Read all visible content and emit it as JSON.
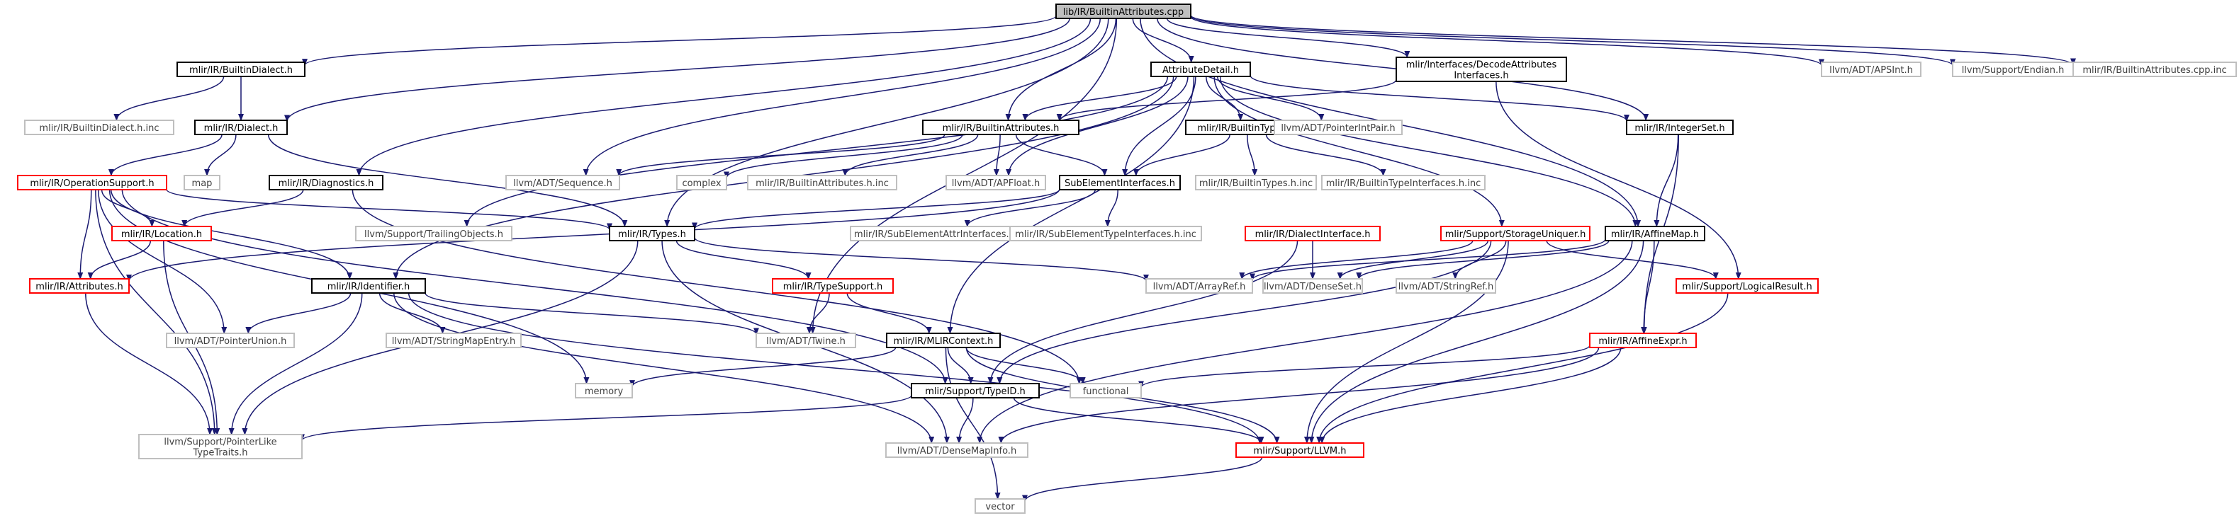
{
  "colors": {
    "root_fill": "#bfbfbf",
    "border_black": "#000000",
    "border_red": "#ff0000",
    "border_gray": "#bfbfbf",
    "text_black": "#000000",
    "text_gray": "#404040",
    "edge": "#191970"
  },
  "nodes": [
    {
      "id": "root",
      "label": "lib/IR/BuiltinAttributes.cpp",
      "style": "root"
    },
    {
      "id": "builtindialect",
      "label": "mlir/IR/BuiltinDialect.h",
      "style": "black"
    },
    {
      "id": "attributedetail",
      "label": "AttributeDetail.h",
      "style": "black"
    },
    {
      "id": "decodeattr",
      "label": "mlir/Interfaces/DecodeAttributes\nInterfaces.h",
      "style": "black"
    },
    {
      "id": "apsint",
      "label": "llvm/ADT/APSInt.h",
      "style": "gray"
    },
    {
      "id": "endian",
      "label": "llvm/Support/Endian.h",
      "style": "gray"
    },
    {
      "id": "builtinattrinc_cpp",
      "label": "mlir/IR/BuiltinAttributes.cpp.inc",
      "style": "gray"
    },
    {
      "id": "builtindialect_inc",
      "label": "mlir/IR/BuiltinDialect.h.inc",
      "style": "gray"
    },
    {
      "id": "dialect",
      "label": "mlir/IR/Dialect.h",
      "style": "black"
    },
    {
      "id": "builtinattributes",
      "label": "mlir/IR/BuiltinAttributes.h",
      "style": "black"
    },
    {
      "id": "builtintypes",
      "label": "mlir/IR/BuiltinTypes.h",
      "style": "black"
    },
    {
      "id": "pointerintpair",
      "label": "llvm/ADT/PointerIntPair.h",
      "style": "gray"
    },
    {
      "id": "integerset",
      "label": "mlir/IR/IntegerSet.h",
      "style": "black"
    },
    {
      "id": "operationsupport",
      "label": "mlir/IR/OperationSupport.h",
      "style": "red"
    },
    {
      "id": "map",
      "label": "map",
      "style": "gray"
    },
    {
      "id": "diagnostics",
      "label": "mlir/IR/Diagnostics.h",
      "style": "black"
    },
    {
      "id": "sequence",
      "label": "llvm/ADT/Sequence.h",
      "style": "gray"
    },
    {
      "id": "complex",
      "label": "complex",
      "style": "gray"
    },
    {
      "id": "builtinattributes_inc",
      "label": "mlir/IR/BuiltinAttributes.h.inc",
      "style": "gray"
    },
    {
      "id": "apfloat",
      "label": "llvm/ADT/APFloat.h",
      "style": "gray"
    },
    {
      "id": "subelementinterfaces",
      "label": "SubElementInterfaces.h",
      "style": "black"
    },
    {
      "id": "builtintypes_inc",
      "label": "mlir/IR/BuiltinTypes.h.inc",
      "style": "gray"
    },
    {
      "id": "builtintypeinterfaces_inc",
      "label": "mlir/IR/BuiltinTypeInterfaces.h.inc",
      "style": "gray"
    },
    {
      "id": "location",
      "label": "mlir/IR/Location.h",
      "style": "red"
    },
    {
      "id": "trailingobjects",
      "label": "llvm/Support/TrailingObjects.h",
      "style": "gray"
    },
    {
      "id": "types",
      "label": "mlir/IR/Types.h",
      "style": "black"
    },
    {
      "id": "subelemattr_inc",
      "label": "mlir/IR/SubElementAttrInterfaces.h.inc",
      "style": "gray"
    },
    {
      "id": "subelemtype_inc",
      "label": "mlir/IR/SubElementTypeInterfaces.h.inc",
      "style": "gray"
    },
    {
      "id": "dialectinterface",
      "label": "mlir/IR/DialectInterface.h",
      "style": "red"
    },
    {
      "id": "storageuniquer",
      "label": "mlir/Support/StorageUniquer.h",
      "style": "red"
    },
    {
      "id": "affinemap",
      "label": "mlir/IR/AffineMap.h",
      "style": "black"
    },
    {
      "id": "attributes",
      "label": "mlir/IR/Attributes.h",
      "style": "red"
    },
    {
      "id": "identifier",
      "label": "mlir/IR/Identifier.h",
      "style": "black"
    },
    {
      "id": "typesupport",
      "label": "mlir/IR/TypeSupport.h",
      "style": "red"
    },
    {
      "id": "arrayref",
      "label": "llvm/ADT/ArrayRef.h",
      "style": "gray"
    },
    {
      "id": "denseset",
      "label": "llvm/ADT/DenseSet.h",
      "style": "gray"
    },
    {
      "id": "stringref",
      "label": "llvm/ADT/StringRef.h",
      "style": "gray"
    },
    {
      "id": "logicalresult",
      "label": "mlir/Support/LogicalResult.h",
      "style": "red"
    },
    {
      "id": "pointerunion",
      "label": "llvm/ADT/PointerUnion.h",
      "style": "gray"
    },
    {
      "id": "stringmapentry",
      "label": "llvm/ADT/StringMapEntry.h",
      "style": "gray"
    },
    {
      "id": "twine",
      "label": "llvm/ADT/Twine.h",
      "style": "gray"
    },
    {
      "id": "mlircontext",
      "label": "mlir/IR/MLIRContext.h",
      "style": "black"
    },
    {
      "id": "affineexpr",
      "label": "mlir/IR/AffineExpr.h",
      "style": "red"
    },
    {
      "id": "memory",
      "label": "memory",
      "style": "gray"
    },
    {
      "id": "functional",
      "label": "functional",
      "style": "gray"
    },
    {
      "id": "typeid",
      "label": "mlir/Support/TypeID.h",
      "style": "black"
    },
    {
      "id": "pointerlike",
      "label": "llvm/Support/PointerLike\nTypeTraits.h",
      "style": "gray"
    },
    {
      "id": "densemapinfo",
      "label": "llvm/ADT/DenseMapInfo.h",
      "style": "gray"
    },
    {
      "id": "llvmh",
      "label": "mlir/Support/LLVM.h",
      "style": "red"
    },
    {
      "id": "vector",
      "label": "vector",
      "style": "gray"
    }
  ],
  "edges": [
    [
      "root",
      "builtindialect"
    ],
    [
      "root",
      "attributedetail"
    ],
    [
      "root",
      "decodeattr"
    ],
    [
      "root",
      "apsint"
    ],
    [
      "root",
      "endian"
    ],
    [
      "root",
      "builtinattrinc_cpp"
    ],
    [
      "root",
      "dialect"
    ],
    [
      "root",
      "builtinattributes"
    ],
    [
      "root",
      "integerset"
    ],
    [
      "root",
      "diagnostics"
    ],
    [
      "root",
      "sequence"
    ],
    [
      "root",
      "types"
    ],
    [
      "root",
      "affinemap"
    ],
    [
      "root",
      "twine"
    ],
    [
      "builtindialect",
      "builtindialect_inc"
    ],
    [
      "builtindialect",
      "dialect"
    ],
    [
      "attributedetail",
      "builtinattributes"
    ],
    [
      "attributedetail",
      "builtintypes"
    ],
    [
      "attributedetail",
      "pointerintpair"
    ],
    [
      "attributedetail",
      "integerset"
    ],
    [
      "attributedetail",
      "trailingobjects"
    ],
    [
      "attributedetail",
      "apfloat"
    ],
    [
      "attributedetail",
      "identifier"
    ],
    [
      "attributedetail",
      "storageuniquer"
    ],
    [
      "attributedetail",
      "affinemap"
    ],
    [
      "attributedetail",
      "mlircontext"
    ],
    [
      "attributedetail",
      "subelementinterfaces"
    ],
    [
      "decodeattr",
      "builtinattributes"
    ],
    [
      "decodeattr",
      "logicalresult"
    ],
    [
      "dialect",
      "operationsupport"
    ],
    [
      "dialect",
      "map"
    ],
    [
      "dialect",
      "types"
    ],
    [
      "builtinattributes",
      "sequence"
    ],
    [
      "builtinattributes",
      "complex"
    ],
    [
      "builtinattributes",
      "builtinattributes_inc"
    ],
    [
      "builtinattributes",
      "apfloat"
    ],
    [
      "builtinattributes",
      "subelementinterfaces"
    ],
    [
      "builtintypes",
      "subelementinterfaces"
    ],
    [
      "builtintypes",
      "builtintypes_inc"
    ],
    [
      "builtintypes",
      "builtintypeinterfaces_inc"
    ],
    [
      "integerset",
      "affinemap"
    ],
    [
      "integerset",
      "affineexpr"
    ],
    [
      "operationsupport",
      "location"
    ],
    [
      "operationsupport",
      "attributes"
    ],
    [
      "operationsupport",
      "identifier"
    ],
    [
      "operationsupport",
      "types"
    ],
    [
      "operationsupport",
      "pointerunion"
    ],
    [
      "operationsupport",
      "memory"
    ],
    [
      "operationsupport",
      "pointerlike"
    ],
    [
      "operationsupport",
      "typeid"
    ],
    [
      "diagnostics",
      "location"
    ],
    [
      "diagnostics",
      "functional"
    ],
    [
      "subelementinterfaces",
      "attributes"
    ],
    [
      "subelementinterfaces",
      "types"
    ],
    [
      "subelementinterfaces",
      "subelemattr_inc"
    ],
    [
      "subelementinterfaces",
      "subelemtype_inc"
    ],
    [
      "location",
      "attributes"
    ],
    [
      "location",
      "pointerlike"
    ],
    [
      "types",
      "typesupport"
    ],
    [
      "types",
      "arrayref"
    ],
    [
      "types",
      "pointerlike"
    ],
    [
      "types",
      "densemapinfo"
    ],
    [
      "dialectinterface",
      "denseset"
    ],
    [
      "dialectinterface",
      "typeid"
    ],
    [
      "storageuniquer",
      "arrayref"
    ],
    [
      "storageuniquer",
      "denseset"
    ],
    [
      "storageuniquer",
      "stringref"
    ],
    [
      "storageuniquer",
      "logicalresult"
    ],
    [
      "storageuniquer",
      "typeid"
    ],
    [
      "storageuniquer",
      "llvmh"
    ],
    [
      "affinemap",
      "affineexpr"
    ],
    [
      "affinemap",
      "arrayref"
    ],
    [
      "affinemap",
      "denseset"
    ],
    [
      "affinemap",
      "densemapinfo"
    ],
    [
      "affinemap",
      "llvmh"
    ],
    [
      "attributes",
      "pointerlike"
    ],
    [
      "identifier",
      "pointerunion"
    ],
    [
      "identifier",
      "stringmapentry"
    ],
    [
      "identifier",
      "twine"
    ],
    [
      "identifier",
      "pointerlike"
    ],
    [
      "identifier",
      "densemapinfo"
    ],
    [
      "identifier",
      "llvmh"
    ],
    [
      "typesupport",
      "mlircontext"
    ],
    [
      "typesupport",
      "twine"
    ],
    [
      "mlircontext",
      "memory"
    ],
    [
      "mlircontext",
      "vector"
    ],
    [
      "mlircontext",
      "typeid"
    ],
    [
      "mlircontext",
      "functional"
    ],
    [
      "mlircontext",
      "llvmh"
    ],
    [
      "affineexpr",
      "functional"
    ],
    [
      "affineexpr",
      "densemapinfo"
    ],
    [
      "affineexpr",
      "llvmh"
    ],
    [
      "typeid",
      "pointerlike"
    ],
    [
      "typeid",
      "densemapinfo"
    ],
    [
      "typeid",
      "llvmh"
    ],
    [
      "logicalresult",
      "llvmh"
    ],
    [
      "llvmh",
      "vector"
    ]
  ]
}
